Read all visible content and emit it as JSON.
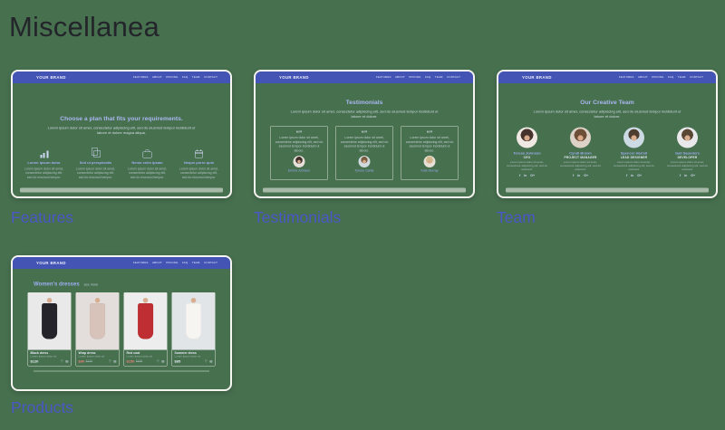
{
  "page": {
    "title": "Miscellanea"
  },
  "colors": {
    "background": "#47704f",
    "nav_bar": "#4454b4",
    "caption_link": "#4956c4",
    "in_page_heading": "#a9b6ef",
    "sale_price": "#e8837c",
    "card_border": "#f6f5f2"
  },
  "site_header": {
    "brand": "YOUR BRAND",
    "nav": [
      "FEATURES",
      "ABOUT",
      "PRICING",
      "FAQ",
      "TEAM",
      "CONTACT"
    ]
  },
  "features": {
    "caption": "Features",
    "heading": "Choose a plan that fits your requirements.",
    "subheading": "Lorem ipsum dolor sit amet, consectetur adipiscing elit, sed do eiusmod tempor incididunt ut labore et dolore magna aliqua.",
    "columns": [
      {
        "icon": "bar-chart-icon",
        "title": "Lorem ipsum dolor",
        "text": "Lorem ipsum dolor sit amet, consectetur adipiscing elit, sed do eiusmod tempor."
      },
      {
        "icon": "copy-icon",
        "title": "Sed ut perspiciatis",
        "text": "Lorem ipsum dolor sit amet, consectetur adipiscing elit, sed do eiusmod tempor."
      },
      {
        "icon": "briefcase-icon",
        "title": "Nemo enim ipsam",
        "text": "Lorem ipsum dolor sit amet, consectetur adipiscing elit, sed do eiusmod tempor."
      },
      {
        "icon": "calendar-icon",
        "title": "Neque porro quis",
        "text": "Lorem ipsum dolor sit amet, consectetur adipiscing elit, sed do eiusmod tempor."
      }
    ]
  },
  "testimonials": {
    "caption": "Testimonials",
    "heading": "Testimonials",
    "subheading": "Lorem ipsum dolor sit amet, consectetur adipiscing elit, sed do eiusmod tempor incididunt ut labore et dolore.",
    "items": [
      {
        "quote": "Lorem ipsum dolor sit amet, consectetur adipiscing elit, sed do eiusmod tempor incididunt ut labore.",
        "name": "Emma Johnson"
      },
      {
        "quote": "Lorem ipsum dolor sit amet, consectetur adipiscing elit, sed do eiusmod tempor incididunt ut labore.",
        "name": "Tyrone Carter"
      },
      {
        "quote": "Lorem ipsum dolor sit amet, consectetur adipiscing elit, sed do eiusmod tempor incididunt ut labore.",
        "name": "Kate Murray"
      }
    ]
  },
  "team": {
    "caption": "Team",
    "heading": "Our Creative Team",
    "subheading": "Lorem ipsum dolor sit amet, consectetur adipiscing elit, sed do eiusmod tempor incididunt ut labore et dolore.",
    "social_icons": [
      "facebook-icon",
      "linkedin-icon",
      "google-plus-icon"
    ],
    "members": [
      {
        "name": "Teresa Johnson",
        "role": "CEO",
        "text": "Lorem ipsum dolor sit amet, consectetur adipiscing elit, sed do eiusmod."
      },
      {
        "name": "Cyndi Brown",
        "role": "PROJECT MANAGER",
        "text": "Lorem ipsum dolor sit amet, consectetur adipiscing elit, sed do eiusmod."
      },
      {
        "name": "Spencer Harrell",
        "role": "LEAD DESIGNER",
        "text": "Lorem ipsum dolor sit amet, consectetur adipiscing elit, sed do eiusmod."
      },
      {
        "name": "Gail Saunders",
        "role": "DEVELOPER",
        "text": "Lorem ipsum dolor sit amet, consectetur adipiscing elit, sed do eiusmod."
      }
    ]
  },
  "products": {
    "caption": "Products",
    "heading": "Women's dresses",
    "see_more": "see more",
    "row_icons": [
      "wishlist-heart-icon",
      "add-to-cart-icon"
    ],
    "items": [
      {
        "name": "Black dress",
        "meta": "Lorem ipsum dolor sit",
        "price": "$120",
        "old_price": ""
      },
      {
        "name": "Wrap dress",
        "meta": "Lorem ipsum dolor sit",
        "price": "$90",
        "old_price": "$120"
      },
      {
        "name": "Red coat",
        "meta": "Lorem ipsum dolor sit",
        "price": "$150",
        "old_price": "$190"
      },
      {
        "name": "Summer dress",
        "meta": "Lorem ipsum dolor sit",
        "price": "$85",
        "old_price": ""
      }
    ]
  }
}
